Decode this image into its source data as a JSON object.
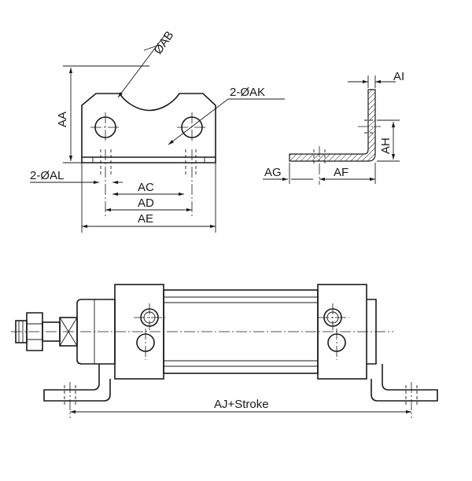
{
  "labels": {
    "ab": "ØAB",
    "aa": "AA",
    "ak": "2-ØAK",
    "al": "2-ØAL",
    "ac": "AC",
    "ad": "AD",
    "ae": "AE",
    "ai": "AI",
    "ah": "AH",
    "ag": "AG",
    "af": "AF",
    "aj": "AJ+Stroke"
  },
  "colors": {
    "line": "#1a1a1a",
    "background": "#ffffff"
  }
}
